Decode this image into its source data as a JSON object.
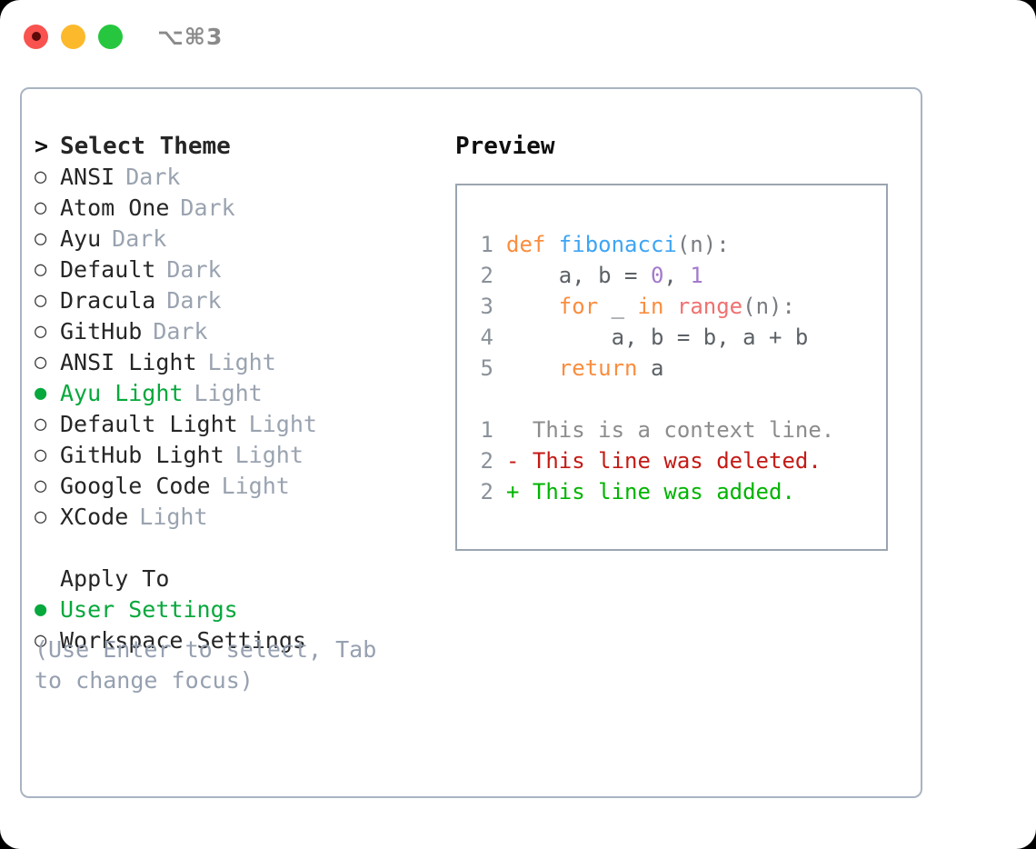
{
  "titlebar": {
    "lights": [
      {
        "name": "close",
        "color": "#f9534f"
      },
      {
        "name": "minimize",
        "color": "#fcb92c"
      },
      {
        "name": "zoom",
        "color": "#26c73f"
      }
    ],
    "shortcut": "⌥⌘3"
  },
  "theme_picker": {
    "header_prefix": ">",
    "header": "Select Theme",
    "bullet_unselected": "○",
    "bullet_selected": "●",
    "selected_theme": "Ayu Light",
    "items": [
      {
        "name": "ANSI",
        "variant": "Dark",
        "selected": false
      },
      {
        "name": "Atom One",
        "variant": "Dark",
        "selected": false
      },
      {
        "name": "Ayu",
        "variant": "Dark",
        "selected": false
      },
      {
        "name": "Default",
        "variant": "Dark",
        "selected": false
      },
      {
        "name": "Dracula",
        "variant": "Dark",
        "selected": false
      },
      {
        "name": "GitHub",
        "variant": "Dark",
        "selected": false
      },
      {
        "name": "ANSI Light",
        "variant": "Light",
        "selected": false
      },
      {
        "name": "Ayu Light",
        "variant": "Light",
        "selected": true
      },
      {
        "name": "Default Light",
        "variant": "Light",
        "selected": false
      },
      {
        "name": "GitHub Light",
        "variant": "Light",
        "selected": false
      },
      {
        "name": "Google Code",
        "variant": "Light",
        "selected": false
      },
      {
        "name": "XCode",
        "variant": "Light",
        "selected": false
      }
    ]
  },
  "apply_to": {
    "title": "Apply To",
    "selected_option": "User Settings",
    "options": [
      {
        "label": "User Settings",
        "selected": true
      },
      {
        "label": "Workspace Settings",
        "selected": false
      }
    ]
  },
  "hint": "(Use Enter to select, Tab to change focus)",
  "preview": {
    "title": "Preview",
    "code_lines": [
      {
        "number": "1",
        "tokens": [
          {
            "text": "def ",
            "style": "kw"
          },
          {
            "text": "fibonacci",
            "style": "fn"
          },
          {
            "text": "(n):",
            "style": "punc"
          }
        ]
      },
      {
        "number": "2",
        "tokens": [
          {
            "text": "    a, b = ",
            "style": "id"
          },
          {
            "text": "0",
            "style": "num"
          },
          {
            "text": ", ",
            "style": "id"
          },
          {
            "text": "1",
            "style": "num"
          }
        ]
      },
      {
        "number": "3",
        "tokens": [
          {
            "text": "    ",
            "style": "id"
          },
          {
            "text": "for",
            "style": "kw"
          },
          {
            "text": " _ ",
            "style": "id"
          },
          {
            "text": "in",
            "style": "kw"
          },
          {
            "text": " ",
            "style": "id"
          },
          {
            "text": "range",
            "style": "bi"
          },
          {
            "text": "(n):",
            "style": "punc"
          }
        ]
      },
      {
        "number": "4",
        "tokens": [
          {
            "text": "        a, b = b, a + b",
            "style": "id"
          }
        ]
      },
      {
        "number": "5",
        "tokens": [
          {
            "text": "    ",
            "style": "id"
          },
          {
            "text": "return",
            "style": "kw"
          },
          {
            "text": " a",
            "style": "id"
          }
        ]
      }
    ],
    "diff_lines": [
      {
        "number": "1",
        "marker": " ",
        "text": "This is a context line.",
        "kind": "diff-ctx"
      },
      {
        "number": "2",
        "marker": "-",
        "text": "This line was deleted.",
        "kind": "diff-del"
      },
      {
        "number": "2",
        "marker": "+",
        "text": "This line was added.",
        "kind": "diff-add"
      }
    ]
  },
  "colors": {
    "accent_green": "#07a83c",
    "muted": "#9aa3b0",
    "border": "#a9b4c2",
    "preview_border": "#9aa5b1",
    "gutter": "#8a9199",
    "kw": "#fa8d3e",
    "fn": "#3da5f5",
    "num": "#a37acc",
    "builtin": "#f07171",
    "diff_del": "#c41a16",
    "diff_add": "#00b400"
  }
}
